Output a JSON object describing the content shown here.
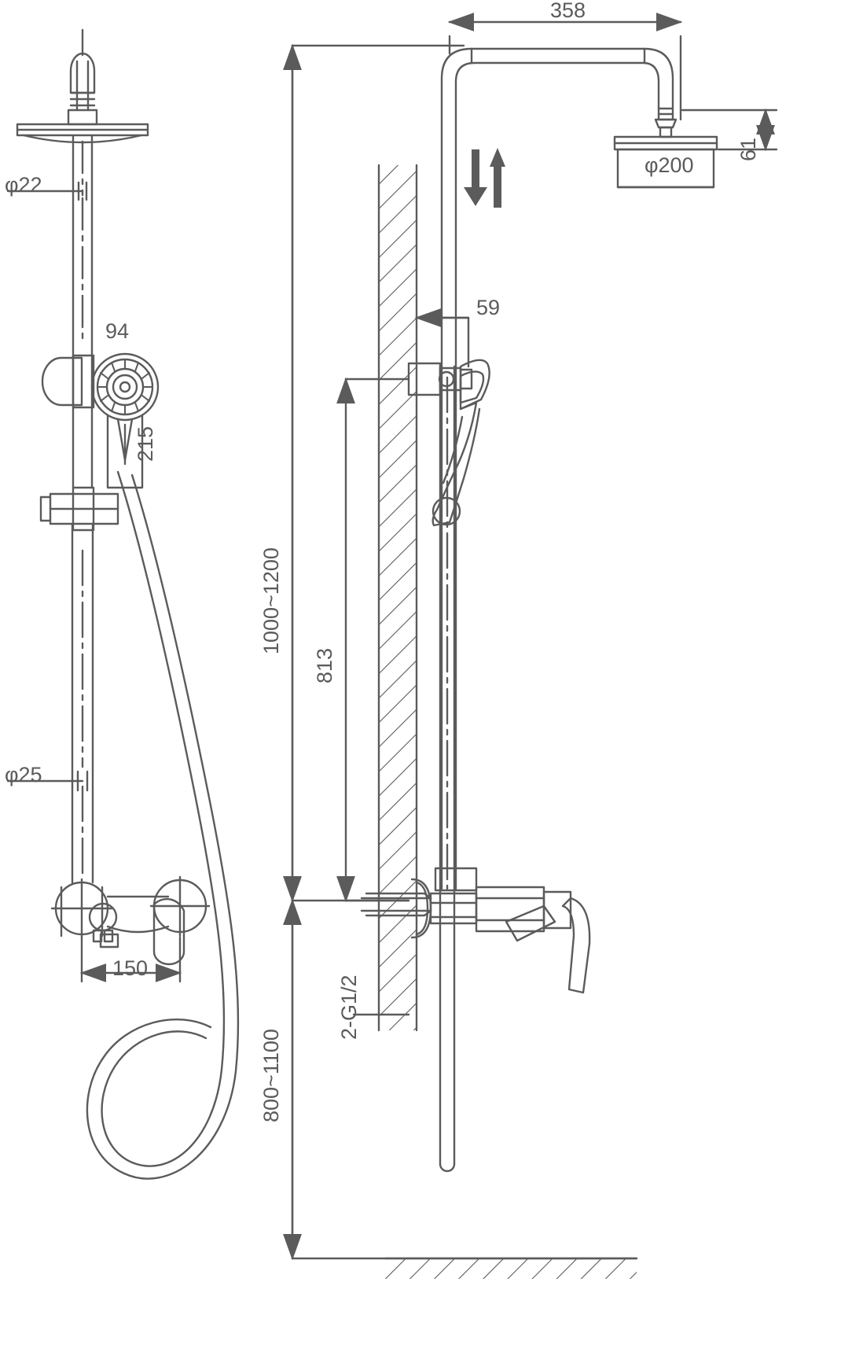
{
  "drawing": {
    "title": "Shower Column Dimensional Drawing",
    "line_color": "#5b5b5b",
    "background": "#ffffff",
    "views": [
      {
        "name": "front-elevation",
        "side": "left"
      },
      {
        "name": "side-elevation-with-wall",
        "side": "right"
      }
    ]
  },
  "dimensions": {
    "riser_top_diameter": "φ22",
    "riser_bottom_diameter": "φ25",
    "handshower_width": "94",
    "handshower_height": "215",
    "mixer_center_distance": "150",
    "arm_reach": "358",
    "head_thickness": "61",
    "head_diameter": "φ200",
    "handshower_holder_offset": "59",
    "slidebar_height": "813",
    "overall_height_range": "1000~1200",
    "inlet_thread": "2-G1/2",
    "mixer_height_range": "800~1100"
  },
  "annotations": {
    "flow_arrow_down": "down-arrow",
    "flow_arrow_up": "up-arrow",
    "wall_hatch": "wall-hatching",
    "floor_hatch": "floor-hatching"
  }
}
